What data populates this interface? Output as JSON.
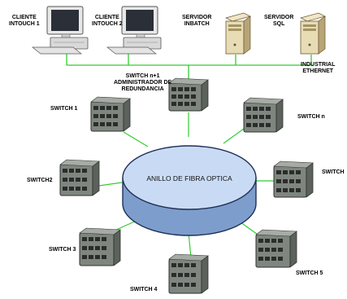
{
  "network": {
    "colors": {
      "ethernet": "#33cc33",
      "ring_top": "#c9dbf4",
      "ring_side": "#7d9dcc",
      "ring_edge": "#1f2f55",
      "switch_body": "#7f8680"
    },
    "clients": [
      {
        "label": "CLIENTE\nINTOUCH 1",
        "icon": "desktop-computer-icon"
      },
      {
        "label": "CLIENTE\nINTOUCH 2",
        "icon": "desktop-computer-icon"
      }
    ],
    "servers": [
      {
        "label": "SERVIDOR\nINBATCH",
        "icon": "tower-server-icon"
      },
      {
        "label": "SERVIDOR\nSQL",
        "icon": "tower-server-icon"
      }
    ],
    "ethernet_label": "INDUSTRIAL\nETHERNET",
    "redundancy_label": "SWITCH n+1\nADMINISTRADOR DE\nREDUNDANCIA",
    "ring_label": "ANILLO DE FIBRA OPTICA",
    "switches": [
      "SWITCH 1",
      "SWITCH n",
      "SWITCH2",
      "SWITCH",
      "SWITCH 3",
      "SWITCH 5",
      "SWITCH 4"
    ]
  }
}
